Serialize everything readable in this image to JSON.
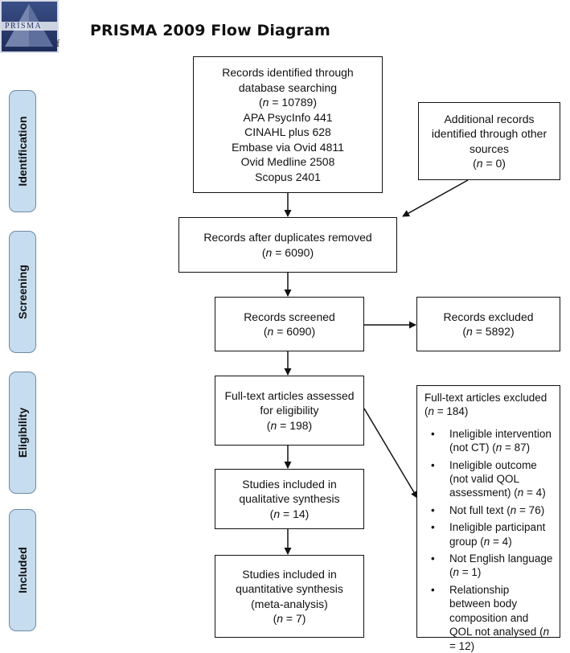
{
  "logo": {
    "text": "PRISMA",
    "trailing_glyph": "f"
  },
  "title": "PRISMA 2009 Flow Diagram",
  "stages": {
    "identification": "Identification",
    "screening": "Screening",
    "eligibility": "Eligibility",
    "included": "Included"
  },
  "boxes": {
    "records_identified": {
      "line1": "Records identified through",
      "line2": "database searching",
      "n_prefix": "n",
      "n_value": " = 10789)",
      "db1": "APA PsycInfo 441",
      "db2": "CINAHL plus 628",
      "db3": "Embase via Ovid 4811",
      "db4": "Ovid Medline 2508",
      "db5": "Scopus 2401"
    },
    "additional_records": {
      "line1": "Additional records",
      "line2": "identified through other",
      "line3": "sources",
      "n_prefix": "n",
      "n_value": " =  0)"
    },
    "duplicates_removed": {
      "line1": "Records after duplicates removed",
      "n_prefix": "n",
      "n_value": " =  6090)"
    },
    "screened": {
      "line1": "Records screened",
      "n_prefix": "n",
      "n_value": " = 6090)"
    },
    "excluded": {
      "line1": "Records excluded",
      "n_prefix": "n",
      "n_value": " =  5892)"
    },
    "fulltext_assessed": {
      "line1": "Full-text articles assessed",
      "line2": "for eligibility",
      "n_prefix": "n",
      "n_value": " = 198)"
    },
    "qualitative": {
      "line1": "Studies included in",
      "line2": "qualitative synthesis",
      "n_prefix": "n",
      "n_value": " = 14)"
    },
    "quantitative": {
      "line1": "Studies included in",
      "line2": "quantitative synthesis",
      "line3": "(meta-analysis)",
      "n_prefix": "n",
      "n_value": " = 7)"
    },
    "fulltext_excluded": {
      "title": "Full-text articles excluded",
      "n_prefix": "n",
      "n_value": " = 184)",
      "reasons": [
        {
          "text": "Ineligible intervention (not CT) (",
          "n": "n",
          "tail": " = 87)"
        },
        {
          "text": "Ineligible outcome (not valid QOL assessment) (",
          "n": "n",
          "tail": " = 4)"
        },
        {
          "text": "Not full text (",
          "n": "n",
          "tail": " = 76)"
        },
        {
          "text": "Ineligible participant group (",
          "n": "n",
          "tail": " = 4)"
        },
        {
          "text": "Not English language (",
          "n": "n",
          "tail": " = 1)"
        },
        {
          "text": "Relationship between body composition and QOL not analysed (",
          "n": "n",
          "tail": " = 12)"
        }
      ]
    }
  }
}
